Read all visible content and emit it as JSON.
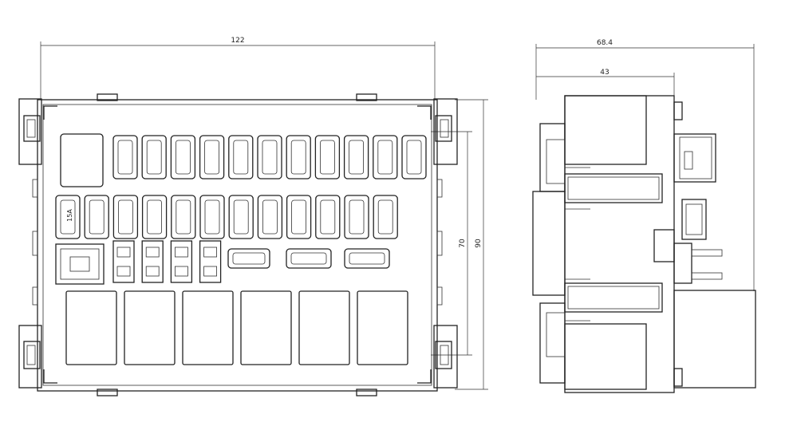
{
  "front_view": {
    "width_dim": "122",
    "height_dim_inner": "70",
    "height_dim_outer": "90",
    "fuse_label": "15A"
  },
  "side_view": {
    "overall_dim": "68.4",
    "body_dim": "43"
  }
}
